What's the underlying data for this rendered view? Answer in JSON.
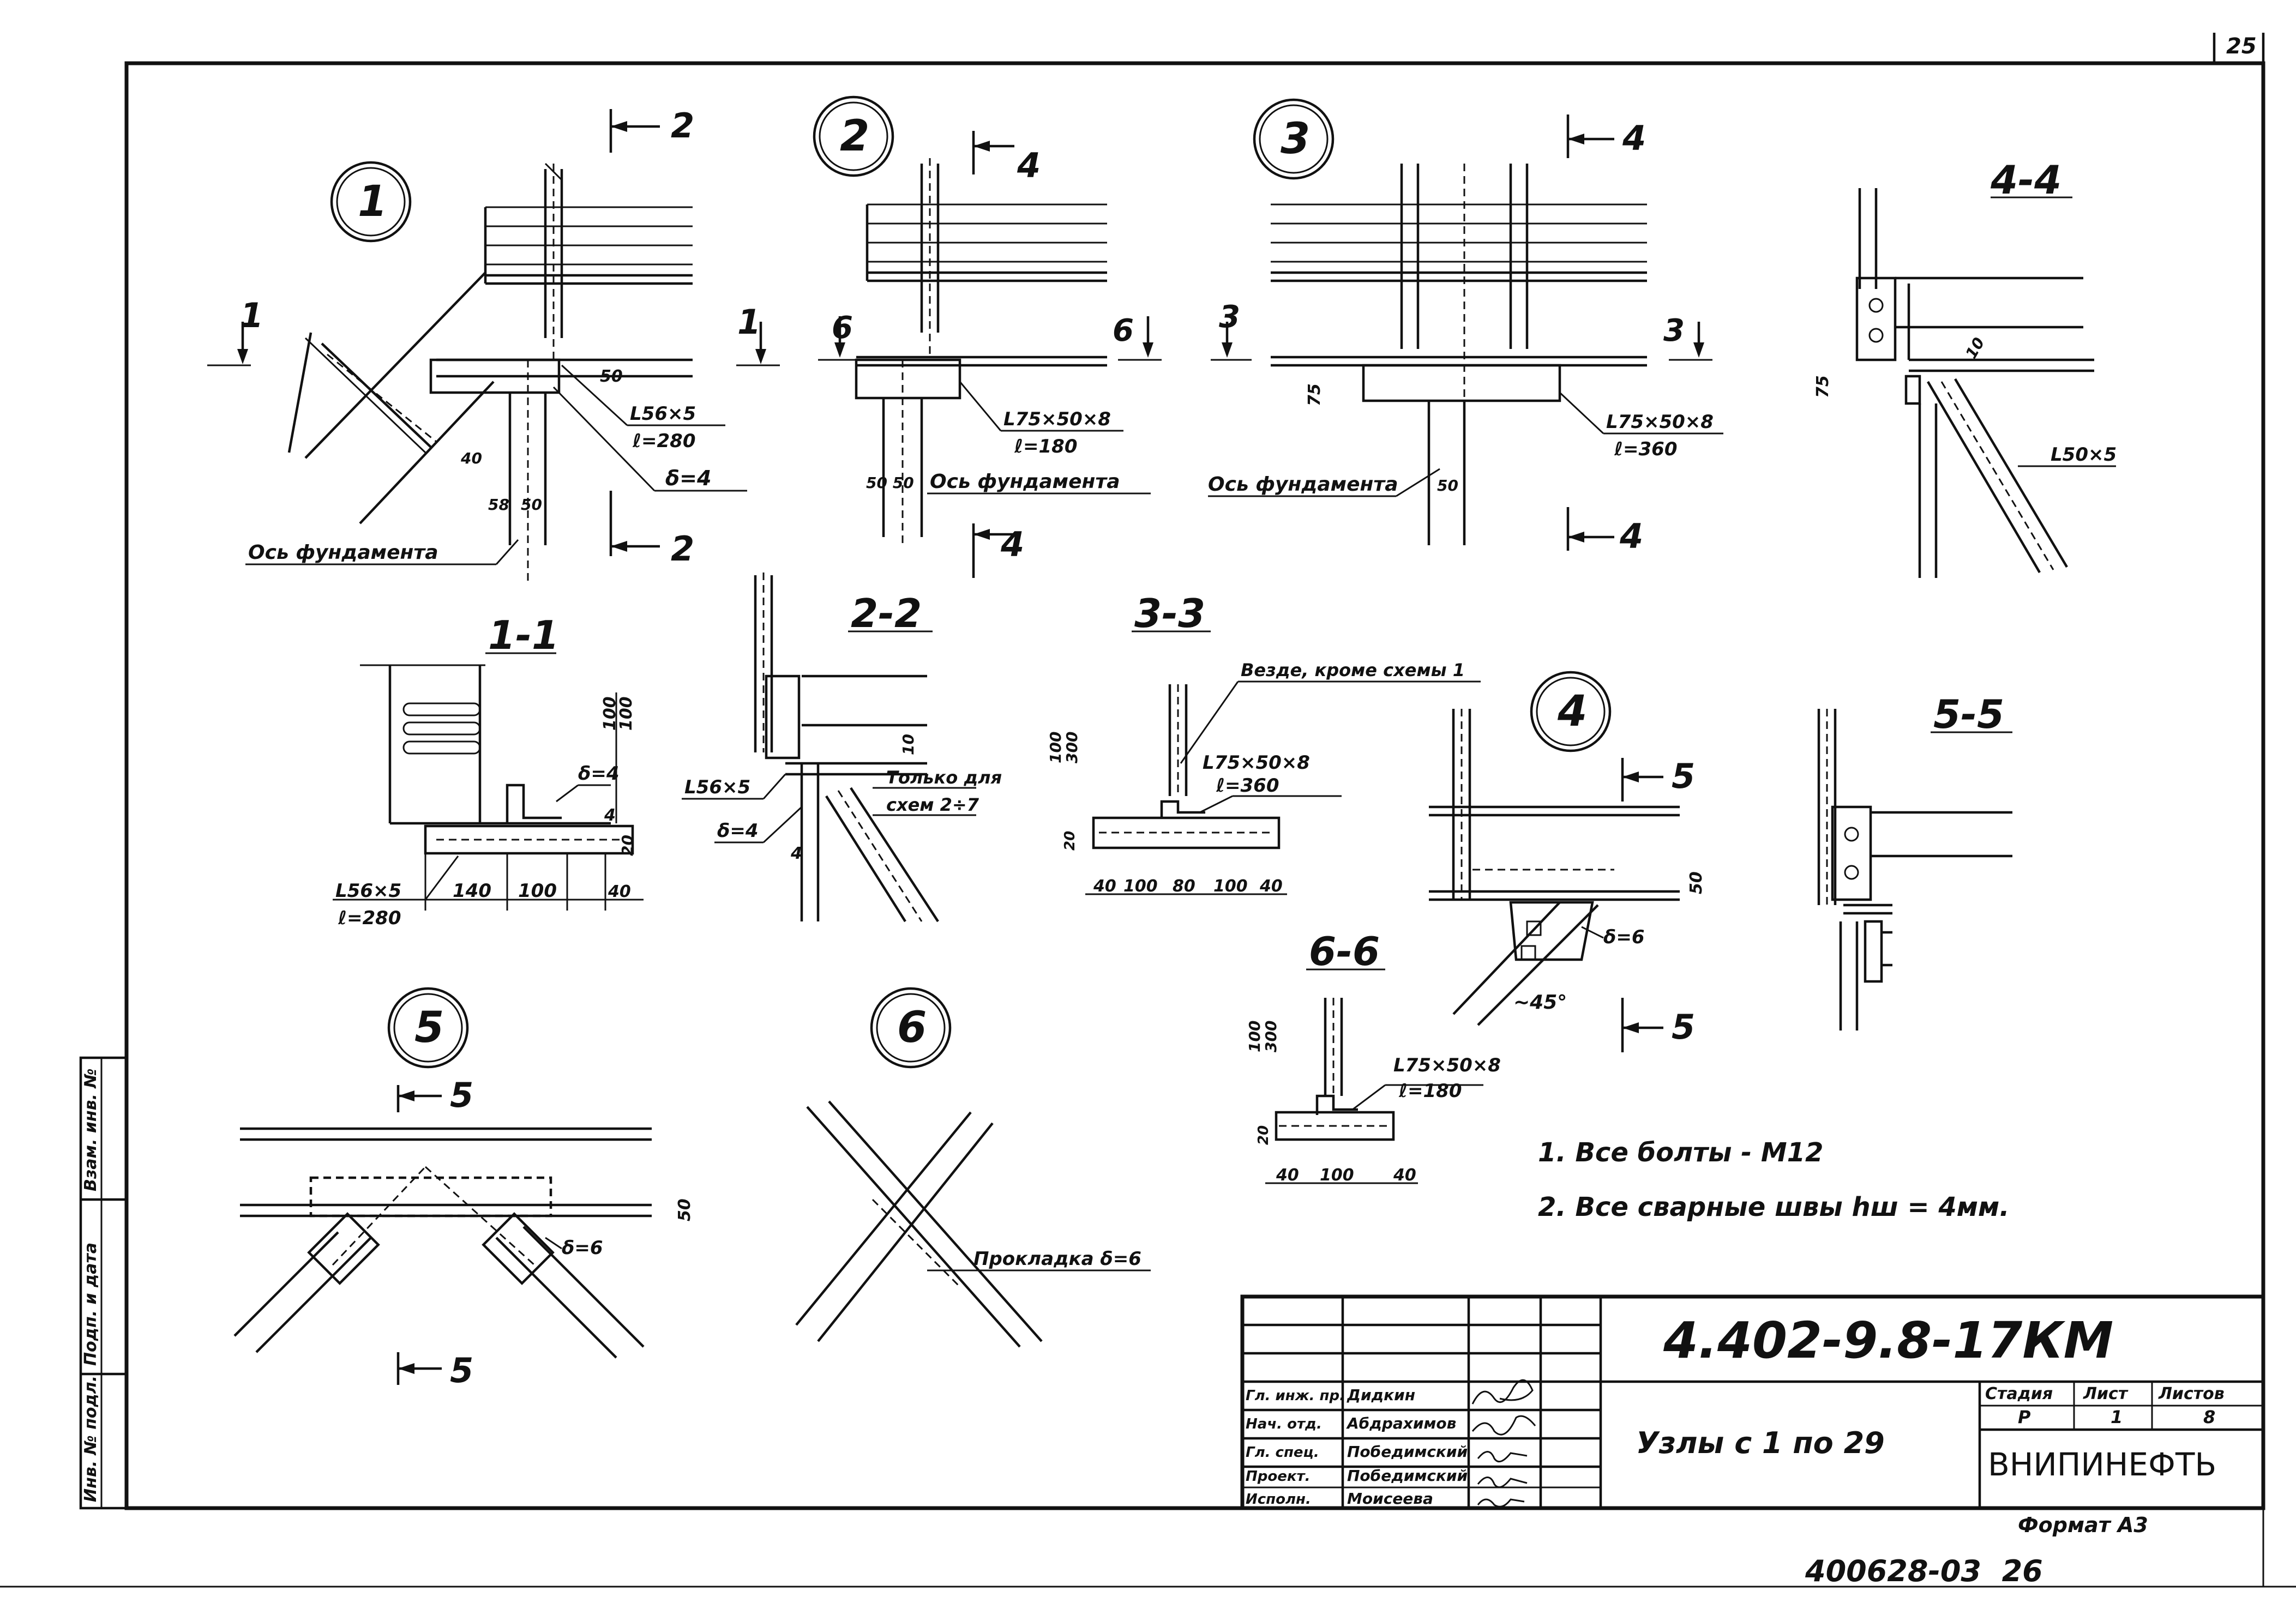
{
  "sheet": {
    "page_number": "25",
    "format_label": "Формат А3",
    "archive_number": "400628-03  26"
  },
  "nodes": {
    "n1": "1",
    "n2": "2",
    "n3": "3",
    "n4": "4",
    "n5": "5",
    "n6": "6"
  },
  "sections": {
    "s11": "1-1",
    "s22": "2-2",
    "s33": "3-3",
    "s44": "4-4",
    "s55": "5-5",
    "s66": "6-6"
  },
  "cut_marks": {
    "one": "1",
    "two": "2",
    "three": "3",
    "four": "4",
    "five": "5",
    "six": "6"
  },
  "annotations": {
    "foundation_axis": "Ось фундамента",
    "angle_56_280": [
      "L56×5",
      "ℓ=280"
    ],
    "angle_75_180": [
      "L75×50×8",
      "ℓ=180"
    ],
    "angle_75_360": [
      "L75×50×8",
      "ℓ=360"
    ],
    "angle_56": "L56×5",
    "angle_50": "L50×5",
    "plate_4": "δ=4",
    "plate_6": "δ=6",
    "only_for_schemes": [
      "Только для",
      "схем 2÷7"
    ],
    "everywhere_except": "Везде, кроме схемы 1",
    "gasket": "Прокладка δ=6",
    "angle_45": "~45°"
  },
  "dimensions": {
    "d50": "50",
    "d40": "40",
    "d75": "75",
    "d58": "58",
    "d100": "100",
    "d140": "140",
    "d80": "80",
    "d20": "20",
    "d300": "300",
    "d10": "10",
    "d4": "4",
    "d5050": "50 50"
  },
  "notes": [
    "1. Все болты - М12",
    "2. Все сварные швы hш = 4мм."
  ],
  "side_stamp": [
    "Инв. № подл.",
    "Подп. и дата",
    "Взам. инв. №"
  ],
  "title_block": {
    "doc_code": "4.402-9.8-17КМ",
    "title": "Узлы с 1 по 29",
    "org": "ВНИПИНЕФТЬ",
    "headers": {
      "stage": "Стадия",
      "sheet": "Лист",
      "sheets": "Листов"
    },
    "values": {
      "stage": "Р",
      "sheet": "1",
      "sheets": "8"
    },
    "staff": [
      {
        "role": "Гл. инж. пр.",
        "name": "Дидкин"
      },
      {
        "role": "Нач. отд.",
        "name": "Абдрахимов"
      },
      {
        "role": "Гл. спец.",
        "name": "Победимский"
      },
      {
        "role": "Проект.",
        "name": "Победимский"
      },
      {
        "role": "Исполн.",
        "name": "Моисеева"
      }
    ]
  }
}
